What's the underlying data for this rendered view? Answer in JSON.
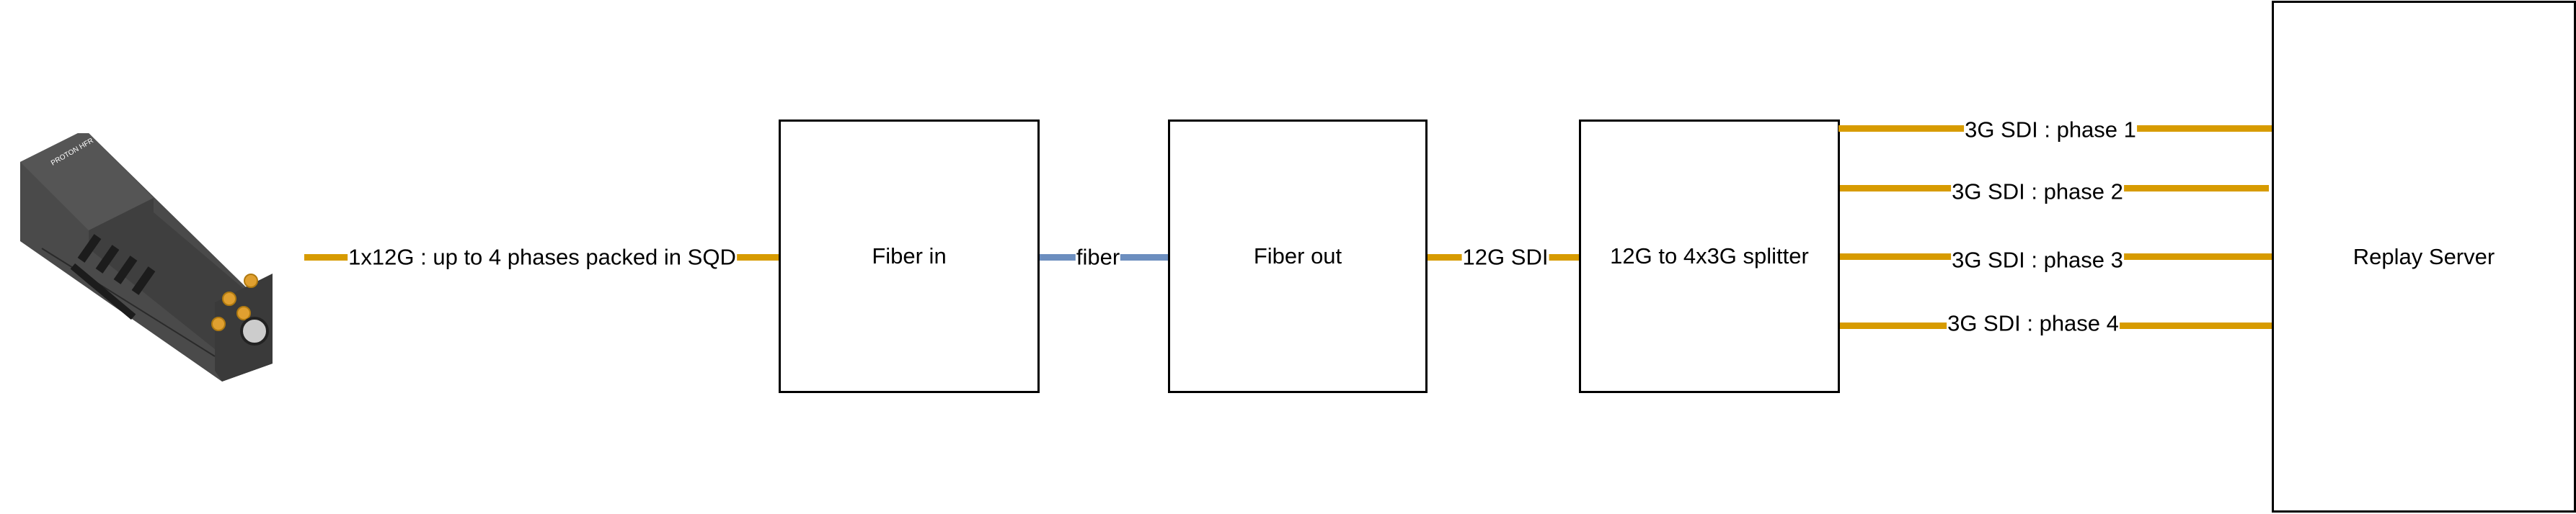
{
  "camera": {
    "brand_text": "PROTON HFR"
  },
  "links": {
    "camera_to_fiber_in": "1x12G : up to 4 phases packed in SQD",
    "fiber": "fiber",
    "sdi_12g": "12G SDI",
    "phases": [
      "3G SDI : phase 1",
      "3G SDI : phase 2",
      "3G SDI : phase 3",
      "3G SDI : phase 4"
    ]
  },
  "nodes": {
    "fiber_in": "Fiber in",
    "fiber_out": "Fiber out",
    "splitter": "12G to 4x3G splitter",
    "replay_server": "Replay Server"
  },
  "colors": {
    "sdi": "#d79b00",
    "fiber": "#6c8ebf"
  }
}
